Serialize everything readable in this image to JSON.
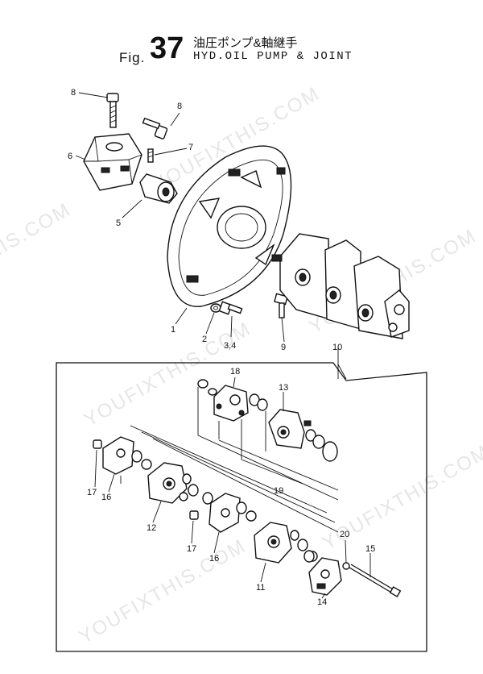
{
  "figure": {
    "prefix": "Fig.",
    "number": "37",
    "title_jp": "油圧ポンプ&軸継手",
    "title_en": "HYD.OIL PUMP & JOINT"
  },
  "watermark": "YOUFIXTHIS.COM",
  "callouts": [
    {
      "id": "c8a",
      "label": "8"
    },
    {
      "id": "c8b",
      "label": "8"
    },
    {
      "id": "c6",
      "label": "6"
    },
    {
      "id": "c7",
      "label": "7"
    },
    {
      "id": "c5",
      "label": "5"
    },
    {
      "id": "c1",
      "label": "1"
    },
    {
      "id": "c2",
      "label": "2"
    },
    {
      "id": "c34",
      "label": "3,4"
    },
    {
      "id": "c9",
      "label": "9"
    },
    {
      "id": "c10",
      "label": "10"
    },
    {
      "id": "c18",
      "label": "18"
    },
    {
      "id": "c13",
      "label": "13"
    },
    {
      "id": "c17a",
      "label": "17"
    },
    {
      "id": "c16a",
      "label": "16"
    },
    {
      "id": "c19",
      "label": "19"
    },
    {
      "id": "c12",
      "label": "12"
    },
    {
      "id": "c17b",
      "label": "17"
    },
    {
      "id": "c16b",
      "label": "16"
    },
    {
      "id": "c20",
      "label": "20"
    },
    {
      "id": "c15",
      "label": "15"
    },
    {
      "id": "c11",
      "label": "11"
    },
    {
      "id": "c14",
      "label": "14"
    }
  ]
}
